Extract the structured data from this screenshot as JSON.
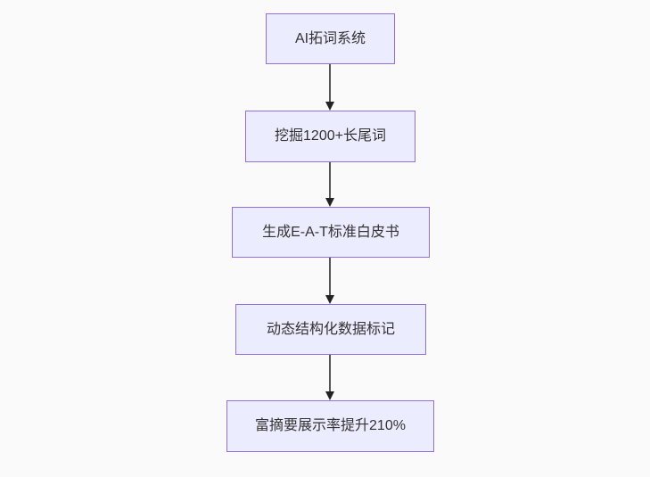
{
  "diagram": {
    "type": "flowchart",
    "direction": "top-down",
    "background_color": "#fafafa",
    "node_fill_color": "#ECECFF",
    "node_border_color": "#9370DB",
    "node_text_color": "#333333",
    "arrow_color": "#555555",
    "arrowhead_color": "#222222",
    "nodes": [
      {
        "label": "AI拓词系统"
      },
      {
        "label": "挖掘1200+长尾词"
      },
      {
        "label": "生成E-A-T标准白皮书"
      },
      {
        "label": "动态结构化数据标记"
      },
      {
        "label": "富摘要展示率提升210%"
      }
    ],
    "edges": [
      {
        "from": "AI拓词系统",
        "to": "挖掘1200+长尾词"
      },
      {
        "from": "挖掘1200+长尾词",
        "to": "生成E-A-T标准白皮书"
      },
      {
        "from": "生成E-A-T标准白皮书",
        "to": "动态结构化数据标记"
      },
      {
        "from": "动态结构化数据标记",
        "to": "富摘要展示率提升210%"
      }
    ]
  }
}
